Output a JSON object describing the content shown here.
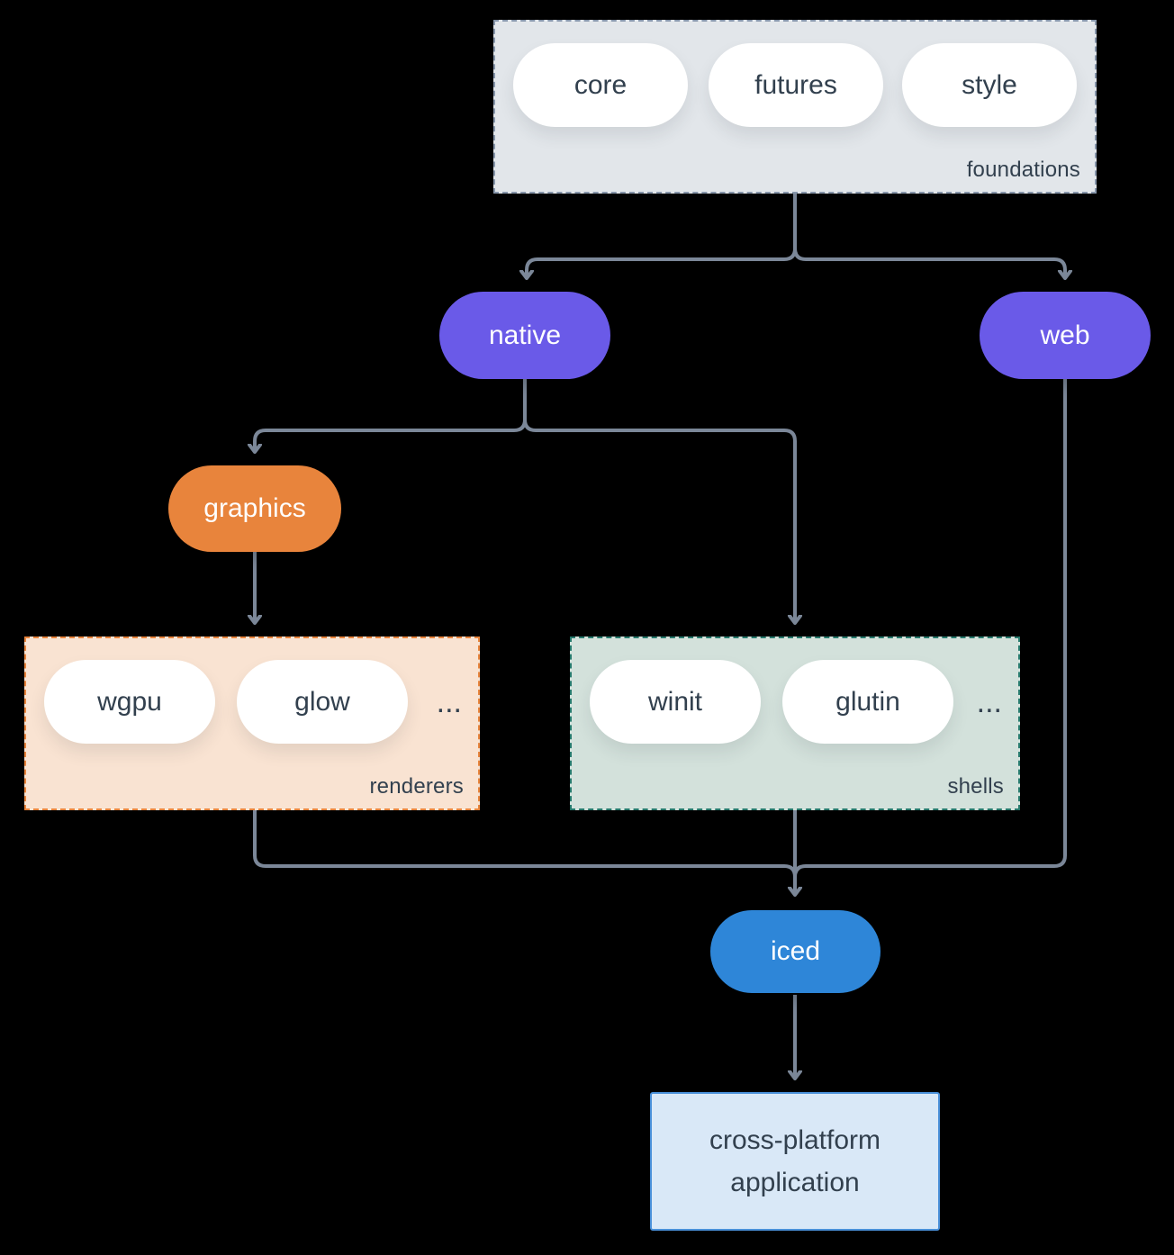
{
  "colors": {
    "background": "#000000",
    "connector": "#7b8798",
    "foundations_fill": "#e2e6ea",
    "foundations_border": "#8796ab",
    "renderers_fill": "#f9e3d2",
    "renderers_border": "#e8843c",
    "shells_fill": "#d3e1db",
    "shells_border": "#26796c",
    "native_web_fill": "#6a5ae8",
    "graphics_fill": "#e8843c",
    "iced_fill": "#2e86d8",
    "application_fill": "#d9e8f7",
    "application_border": "#4a90d9",
    "pill_fill": "#ffffff",
    "text_dark": "#32404e",
    "text_light": "#ffffff"
  },
  "nodes": {
    "foundations": {
      "label": "foundations",
      "pills": [
        "core",
        "futures",
        "style"
      ]
    },
    "native": {
      "label": "native"
    },
    "web": {
      "label": "web"
    },
    "graphics": {
      "label": "graphics"
    },
    "renderers": {
      "label": "renderers",
      "pills": [
        "wgpu",
        "glow"
      ],
      "ellipsis": "..."
    },
    "shells": {
      "label": "shells",
      "pills": [
        "winit",
        "glutin"
      ],
      "ellipsis": "..."
    },
    "iced": {
      "label": "iced"
    },
    "application": {
      "line1": "cross-platform",
      "line2": "application"
    }
  }
}
